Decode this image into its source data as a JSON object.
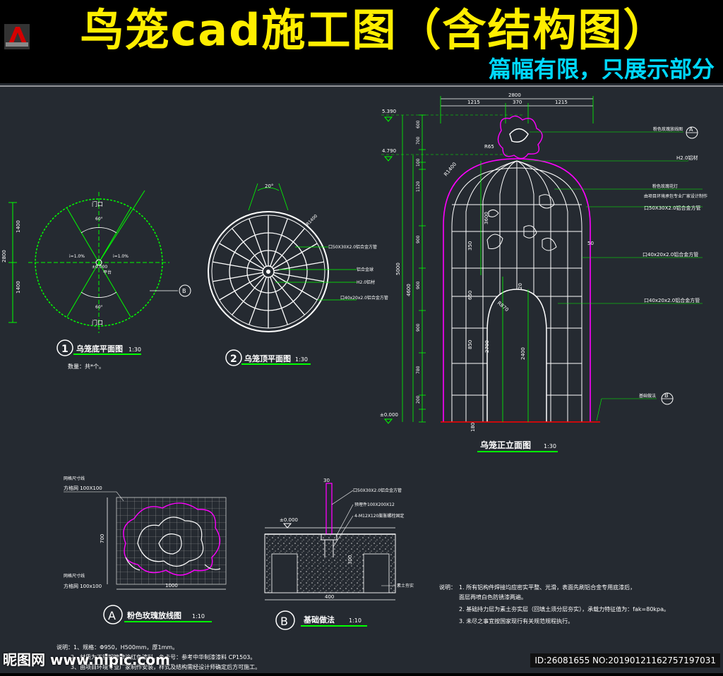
{
  "banner": {
    "title": "鸟笼cad施工图（含结构图）",
    "subtitle": "篇幅有限，只展示部分",
    "logo_icon": "autocad-icon"
  },
  "colors": {
    "banner_bg": "#000000",
    "title": "#ffee00",
    "subtitle": "#00d8ff",
    "canvas_bg": "#252a31",
    "line_white": "#ffffff",
    "line_green": "#00ff00",
    "line_magenta": "#ff00ff",
    "line_red": "#ff0000"
  },
  "plan1": {
    "label": "乌笼底平面图",
    "scale": "1:30",
    "num": "1",
    "note": "数量：共*个。",
    "door_top": "门口",
    "door_bottom": "门口",
    "slope_left": "i=1.0%",
    "slope_right": "i=1.0%",
    "elev": "±0.000",
    "center": "平台",
    "angle_top": "60°",
    "angle_bottom": "60°",
    "dim_total": "2800",
    "dim_upper": "1400",
    "dim_lower": "1400",
    "callout": "B"
  },
  "plan2": {
    "label": "乌笼顶平面图",
    "scale": "1:30",
    "num": "2",
    "angle": "20°",
    "radius": "R1400",
    "notes": [
      "口50X30X2.0铝合金方管",
      "铝合金球",
      "H2.0铝材",
      "口40x20x2.0铝合金方管"
    ]
  },
  "elevation": {
    "label": "乌笼正立面图",
    "scale": "1:30",
    "top_dims": [
      "2800",
      "1215",
      "370",
      "1215"
    ],
    "levels": [
      "5.390",
      "4.790",
      "±0.000"
    ],
    "left_dims": [
      "600",
      "700",
      "100",
      "1120",
      "900",
      "900",
      "900",
      "780",
      "200"
    ],
    "overall": [
      "5000",
      "4600"
    ],
    "inner_dims": [
      "3600",
      "350",
      "650",
      "850",
      "2700",
      "2400",
      "180"
    ],
    "radius_labels": [
      "R65",
      "R1400",
      "R870",
      "20"
    ],
    "notes": [
      "粉色玫瑰放线图",
      "H2.0铝材",
      "粉色玫瑰花灯",
      "由项目环境承包专业厂家设计制作",
      "口50X30X2.0铝合金方管",
      "口40x20x2.0铝合金方管",
      "口40x20x2.0铝合金方管",
      "基础做法"
    ],
    "callout_a": "A",
    "callout_b": "B",
    "marker_50": "50"
  },
  "detailA": {
    "label": "粉色玫瑰放线图",
    "scale": "1:10",
    "letter": "A",
    "grid_top": "方格网 100X100",
    "grid_top2": "网格尺寸线",
    "grid_bottom": "方格网 100x100",
    "grid_bottom2": "网格尺寸线",
    "dim_h": "1000",
    "dim_v": "700"
  },
  "detailB": {
    "label": "基础做法",
    "scale": "1:10",
    "letter": "B",
    "elev": "±0.000",
    "dim_top": "30",
    "dim_h": "400",
    "dim_v": "300",
    "notes": [
      "口50X30X2.0铝合金方管",
      "预埋件100X200X12",
      "4-M12X120膨胀螺栓固定",
      "素土夯实"
    ]
  },
  "explanation": {
    "title": "说明：",
    "lines": [
      "1. 所有铝构件焊接均应密实平整、光滑，表面先刷铝合金专用底漆后，",
      "   面层再喷白色防锈漆两遍。",
      "2. 基础持力层为素土夯实层（回填土须分层夯实），承载力特征值为：fak=80kpa。",
      "3. 未尽之事宜按国家现行有关规范规程执行。"
    ]
  },
  "bottom_notes": {
    "line1": "说明：1、规格：Φ950，H500mm，厚1mm。",
    "line2": "2、材质为不锈钢管喷涂红色漆料，色卡号：参考中华制漆漆料 CP1503。",
    "line3": "3、由项目环境专业厂家制作安装，样式及结构需经设计师确定后方可施工。"
  },
  "watermark": {
    "left": "昵图网 www.nipic.com",
    "right": "ID:26081655 NO:20190121162757197031"
  }
}
